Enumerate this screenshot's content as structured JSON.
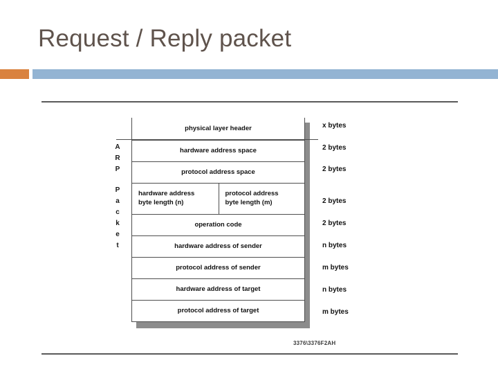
{
  "slide": {
    "title": "Request / Reply packet",
    "accent_orange": "#d9823f",
    "accent_blue": "#93b4d3",
    "title_color": "#5f534c"
  },
  "figure": {
    "side_label_top": [
      "A",
      "R",
      "P"
    ],
    "side_label_bottom": [
      "P",
      "a",
      "c",
      "k",
      "e",
      "t"
    ],
    "caption": "3376\\3376F2AH",
    "rows": [
      {
        "label": "physical layer header",
        "bytes": "x bytes",
        "split": false
      },
      {
        "label": "hardware address space",
        "bytes": "2 bytes",
        "split": false
      },
      {
        "label": "protocol address space",
        "bytes": "2 bytes",
        "split": false
      },
      {
        "split": true,
        "bytes": "2 bytes",
        "left_label": "hardware address\nbyte length (n)",
        "right_label": "protocol address\nbyte length (m)"
      },
      {
        "label": "operation code",
        "bytes": "2 bytes",
        "split": false
      },
      {
        "label": "hardware address of sender",
        "bytes": "n bytes",
        "split": false
      },
      {
        "label": "protocol address of sender",
        "bytes": "m bytes",
        "split": false
      },
      {
        "label": "hardware address of target",
        "bytes": "n bytes",
        "split": false
      },
      {
        "label": "protocol address of target",
        "bytes": "m bytes",
        "split": false
      }
    ]
  }
}
